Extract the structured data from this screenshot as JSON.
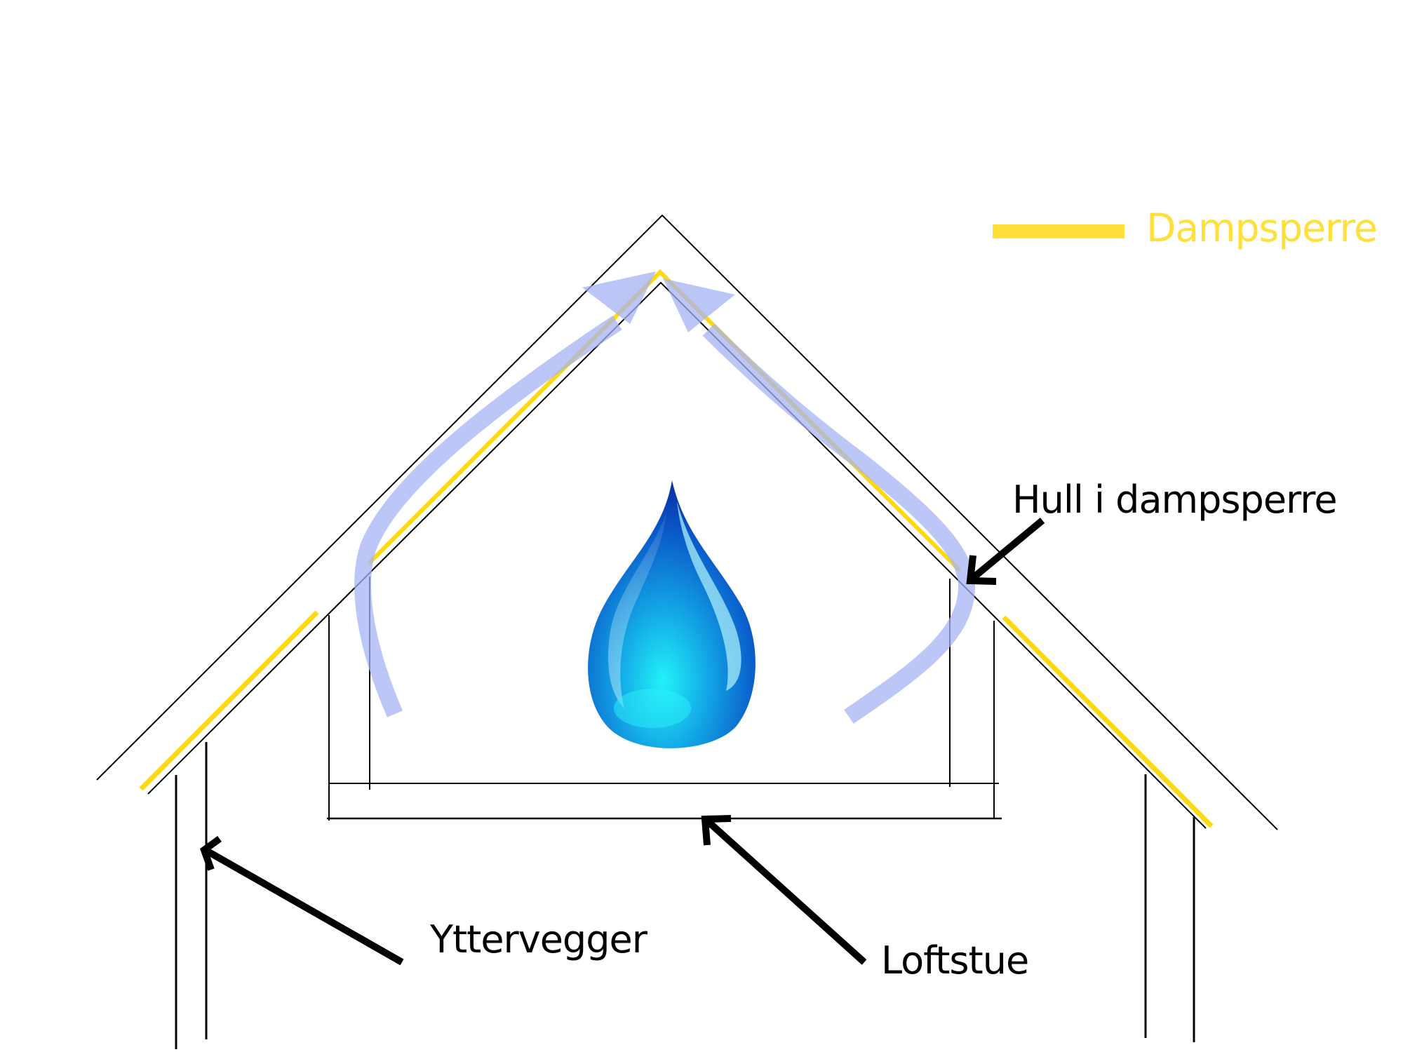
{
  "diagram": {
    "type": "cross-section",
    "subject": "roof attic (loft) moisture flow through vapour barrier",
    "legend": {
      "items": [
        {
          "label": "Dampsperre",
          "color": "#FFE03A",
          "meaning": "vapour barrier"
        }
      ]
    },
    "labels": {
      "hole": "Hull i dampsperre",
      "walls": "Yttervegger",
      "loft": "Loftstue"
    },
    "colors": {
      "line": "#000000",
      "vapour_barrier": "#FFD700",
      "airflow": "#A9B8F5",
      "drop_dark": "#0A3FB5",
      "drop_mid": "#1C7FD8",
      "drop_light": "#1FE8F5"
    },
    "elements": [
      "roof-outer",
      "roof-inner",
      "vapour-barrier-segments",
      "knee-walls",
      "loft-floor",
      "exterior-walls",
      "airflow-arrows",
      "water-drop",
      "callout-arrows"
    ]
  }
}
